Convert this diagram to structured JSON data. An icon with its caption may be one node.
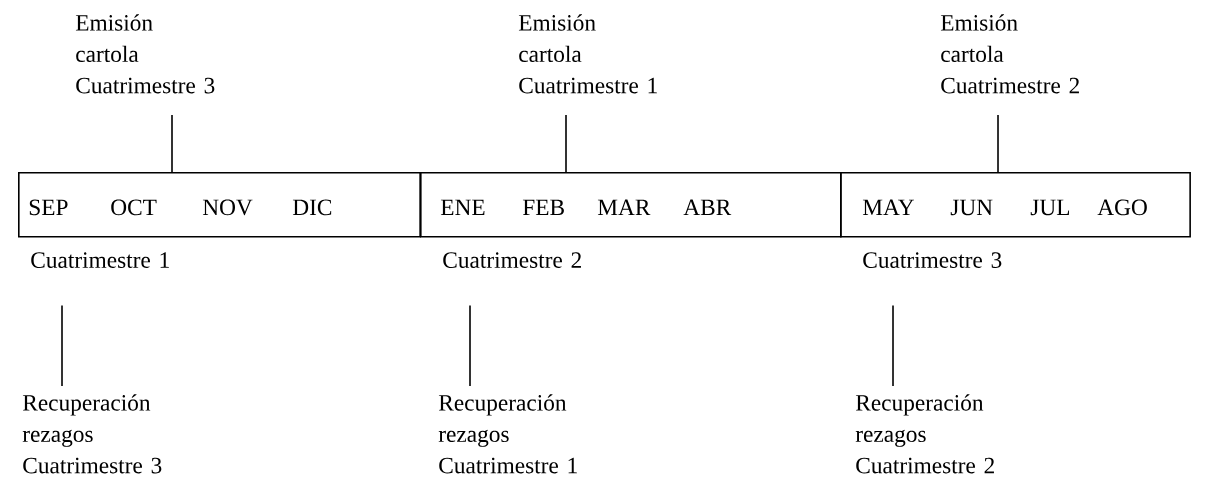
{
  "diagram": {
    "nodes": [
      {
        "text": [
          "Emisión cartola Cuatrimestre 3"
        ]
      },
      {
        "text": [
          "Emisión cartola Cuatrimestre 1"
        ]
      },
      {
        "text": [
          "Emisión cartola Cuatrimestre 2"
        ]
      },
      {
        "text": [
          "SEP",
          "OCT",
          "NOV",
          "DIC"
        ]
      },
      {
        "text": [
          "ENE",
          "FEB",
          "MAR",
          "ABR"
        ]
      },
      {
        "text": [
          "MAY",
          "JUN",
          "JUL",
          "AGO"
        ]
      },
      {
        "text": [
          "Cuatrimestre 1"
        ]
      },
      {
        "text": [
          "Cuatrimestre 2"
        ]
      },
      {
        "text": [
          "Cuatrimestre 3"
        ]
      },
      {
        "text": [
          "Recuperación rezagos Cuatrimestre 3"
        ]
      },
      {
        "text": [
          "Recuperación rezagos Cuatrimestre 1"
        ]
      },
      {
        "text": [
          "Recuperación rezagos Cuatrimestre 2"
        ]
      }
    ],
    "edges": [
      {
        "from": 0,
        "to": 3,
        "arrow": "none"
      },
      {
        "from": 1,
        "to": 4,
        "arrow": "none"
      },
      {
        "from": 2,
        "to": 5,
        "arrow": "none"
      },
      {
        "from": 6,
        "to": 9,
        "arrow": "none"
      },
      {
        "from": 7,
        "to": 10,
        "arrow": "none"
      },
      {
        "from": 8,
        "to": 11,
        "arrow": "none"
      }
    ]
  }
}
